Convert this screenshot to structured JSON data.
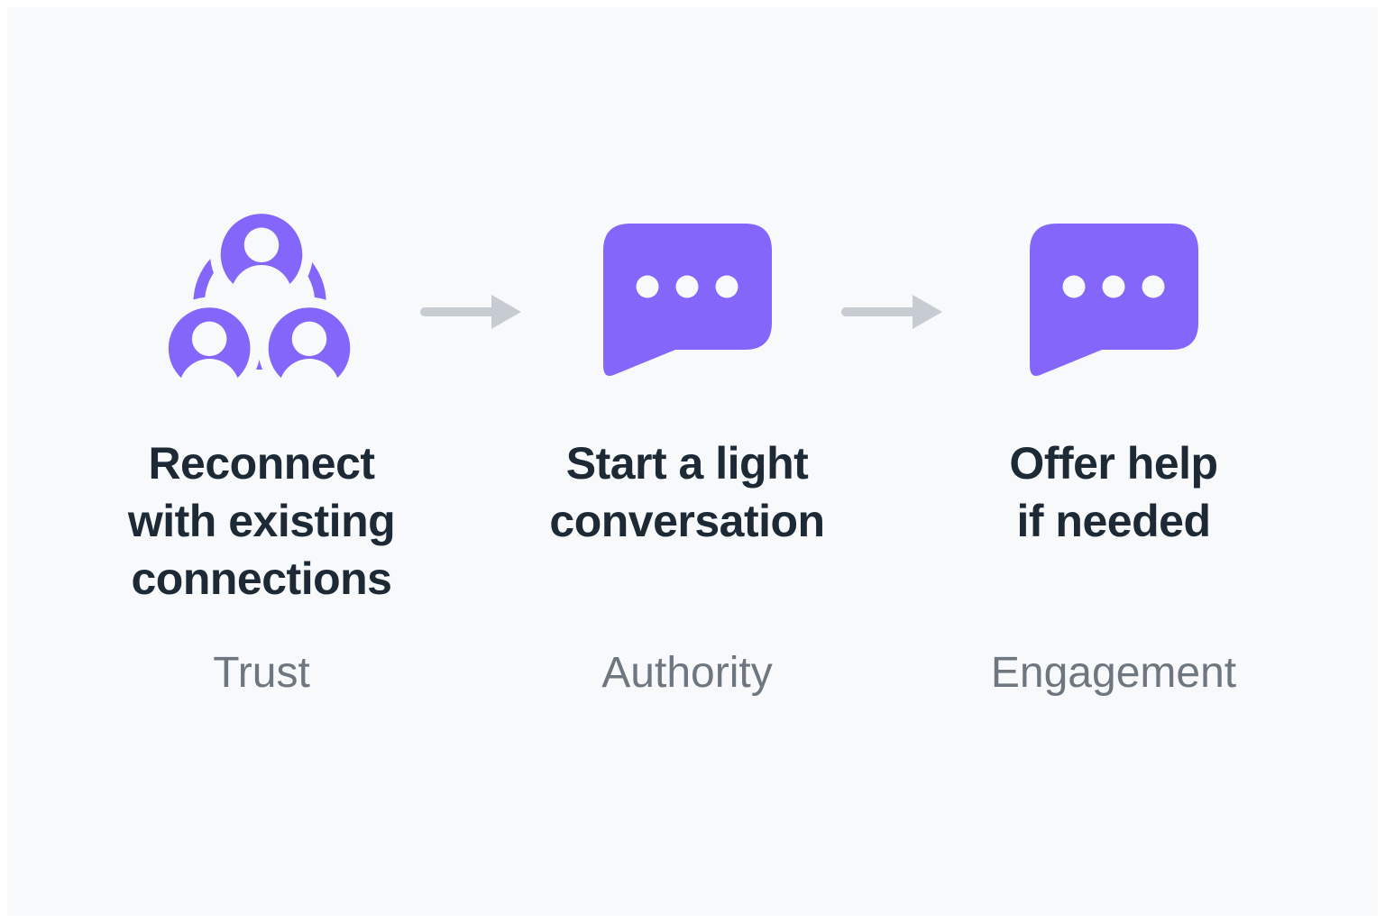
{
  "colors": {
    "bg": "#F7F9FB",
    "frame": "#FFFFFF",
    "accent": "#8566FA",
    "heading": "#1D2A36",
    "label": "#6E7780",
    "arrow": "#C7CCD3"
  },
  "steps": [
    {
      "icon": "people-group-icon",
      "title": "Reconnect\nwith existing\nconnections",
      "label": "Trust"
    },
    {
      "icon": "chat-bubble-icon",
      "title": "Start a light\nconversation",
      "label": "Authority"
    },
    {
      "icon": "chat-bubble-icon",
      "title": "Offer help\nif needed",
      "label": "Engagement"
    }
  ]
}
